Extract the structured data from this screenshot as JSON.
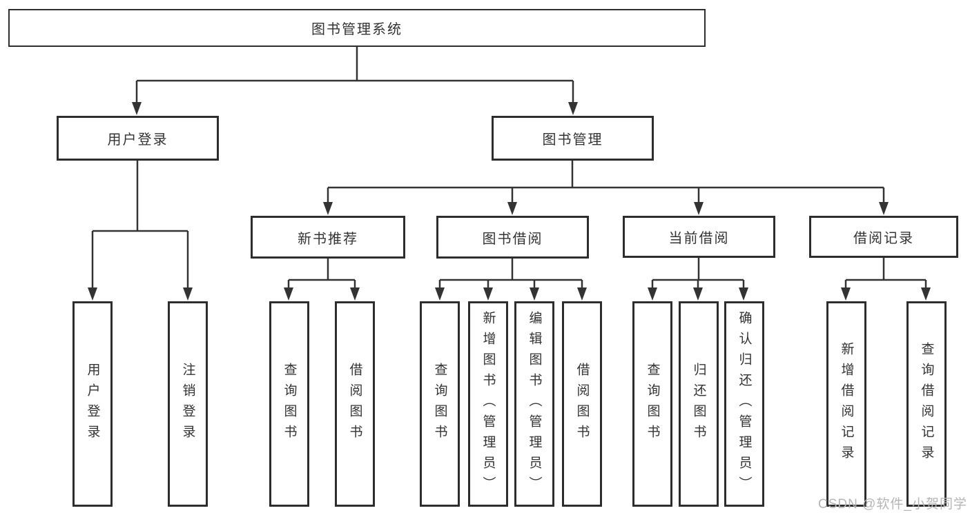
{
  "diagram": {
    "type": "tree",
    "title": "图书管理系统",
    "hierarchy": {
      "label": "图书管理系统",
      "children": [
        {
          "label": "用户登录",
          "children": [
            {
              "label": "用户登录"
            },
            {
              "label": "注销登录"
            }
          ]
        },
        {
          "label": "图书管理",
          "children": [
            {
              "label": "新书推荐",
              "children": [
                {
                  "label": "查询图书"
                },
                {
                  "label": "借阅图书"
                }
              ]
            },
            {
              "label": "图书借阅",
              "children": [
                {
                  "label": "查询图书"
                },
                {
                  "label": "新增图书（管理员）"
                },
                {
                  "label": "编辑图书（管理员）"
                },
                {
                  "label": "借阅图书"
                }
              ]
            },
            {
              "label": "当前借阅",
              "children": [
                {
                  "label": "查询图书"
                },
                {
                  "label": "归还图书"
                },
                {
                  "label": "确认归还（管理员）"
                }
              ]
            },
            {
              "label": "借阅记录",
              "children": [
                {
                  "label": "新增借阅记录"
                },
                {
                  "label": "查询借阅记录"
                }
              ]
            }
          ]
        }
      ]
    }
  },
  "nodes": {
    "root": "图书管理系统",
    "user_login": "用户登录",
    "book_management": "图书管理",
    "new_book": "新书推荐",
    "book_borrow": "图书借阅",
    "current_borrow": "当前借阅",
    "borrow_records": "借阅记录",
    "ul_user_login": "用户登录",
    "ul_logout": "注销登录",
    "nb_query": "查询图书",
    "nb_borrow": "借阅图书",
    "bb_query": "查询图书",
    "bb_add": "新增图书（管理员）",
    "bb_edit": "编辑图书（管理员）",
    "bb_borrow": "借阅图书",
    "cb_query": "查询图书",
    "cb_return": "归还图书",
    "cb_confirm": "确认归还（管理员）",
    "br_add": "新增借阅记录",
    "br_query": "查询借阅记录"
  },
  "watermark": {
    "text": "CSDN @软件_小贺同学"
  },
  "colors": {
    "background": "#ffffff",
    "box_border": "#2d2d2d",
    "line": "#333333",
    "text": "#333333",
    "watermark": "#b5b5b5"
  }
}
